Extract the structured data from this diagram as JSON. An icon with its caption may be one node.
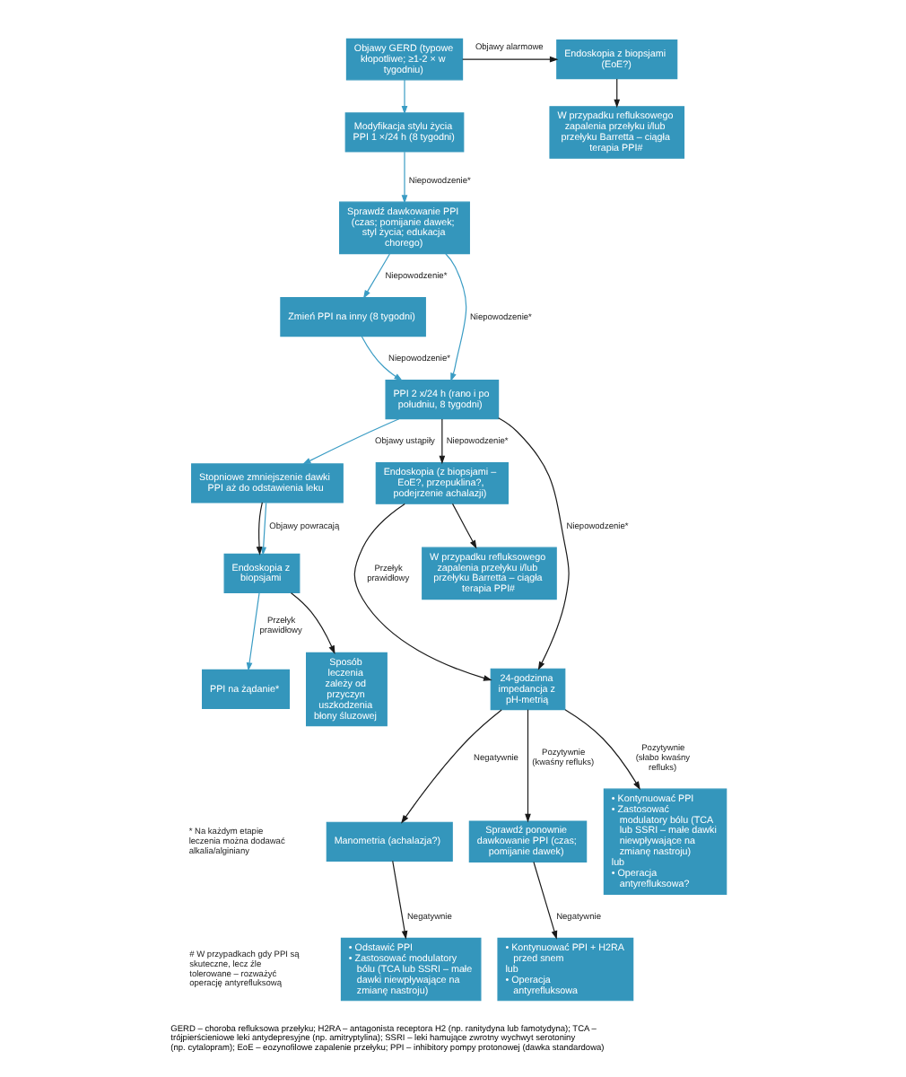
{
  "diagram": {
    "caption": "GERD – choroba refluksowa przełyku; H2RA – antagonista receptora H2 (np. ranitydyna lub famotydyna); TCA – trójpierścieniowe leki antydepresyjne (np. amitryptylina); SSRI – leki hamujące zwrotny wychwyt serotoniny (np. cytalopram); EoE – eozynofilowe zapalenie przełyku; PPI – inhibitory pompy protonowej (dawka standardowa)",
    "nodes": [
      {
        "text": [
          "Objawy GERD (typowe kłopotliwe; ≥1-2 × w tygodniu)"
        ]
      },
      {
        "text": [
          "Endoskopia z biopsjami (EoE?)"
        ]
      },
      {
        "text": [
          "Modyfikacja stylu życia PPI 1 ×/24 h (8 tygodni)"
        ]
      },
      {
        "text": [
          "W przypadku refluksowego zapalenia przełyku i/lub przełyku Barretta – ciągła terapia PPI#"
        ]
      },
      {
        "text": [
          "Sprawdź dawkowanie PPI (czas; pomijanie dawek; styl życia; edukacja chorego)"
        ]
      },
      {
        "text": [
          "Zmień PPI na inny (8 tygodni)"
        ]
      },
      {
        "text": [
          "PPI 2 x/24 h (rano i po południu, 8 tygodni)"
        ]
      },
      {
        "text": [
          "Stopniowe zmniejszenie dawki PPI aż do odstawienia leku"
        ]
      },
      {
        "text": [
          "Endoskopia (z biopsjami – EoE?, przepuklina?, podejrzenie achalazji)"
        ]
      },
      {
        "text": [
          "Endoskopia z biopsjami"
        ]
      },
      {
        "text": [
          "W przypadku refluksowego zapalenia przełyku i/lub przełyku Barretta – ciągła terapia PPI#"
        ]
      },
      {
        "text": [
          "PPI na żądanie*"
        ]
      },
      {
        "text": [
          "Sposób leczenia zależy od przyczyn uszkodzenia błony śluzowej"
        ]
      },
      {
        "text": [
          "24-godzinna impedancja z pH-metrią"
        ]
      },
      {
        "text": [
          "Manometria (achalazja?)"
        ]
      },
      {
        "text": [
          "Sprawdź ponownie dawkowanie PPI (czas; pomijanie dawek)"
        ]
      },
      {
        "text": [
          "• Kontynuować PPI",
          "• Zastosować modulatory bólu (TCA lub SSRI – małe dawki niewpływające na zmianę nastroju)",
          "lub",
          "• Operacja antyrefluksowa?"
        ]
      },
      {
        "text": [
          "• Odstawić PPI",
          "• Zastosować modulatory bólu (TCA lub SSRI – małe dawki niewpływające na zmianę nastroju)"
        ]
      },
      {
        "text": [
          "• Kontynuować PPI + H2RA przed snem",
          "lub",
          "• Operacja antyrefluksowa"
        ]
      }
    ],
    "edges": [
      {
        "from": 0,
        "to": 1,
        "arrow": "to",
        "label": "Objawy alarmowe"
      },
      {
        "from": 1,
        "to": 3,
        "arrow": "to"
      },
      {
        "from": 0,
        "to": 2,
        "arrow": "to",
        "color": "#3a9cc4"
      },
      {
        "from": 2,
        "to": 4,
        "arrow": "to",
        "label": "Niepowodzenie*",
        "color": "#3a9cc4"
      },
      {
        "from": 4,
        "to": 5,
        "arrow": "to",
        "label": "Niepowodzenie*",
        "color": "#3a9cc4"
      },
      {
        "from": 4,
        "to": 6,
        "arrow": "to",
        "label": "Niepowodzenie*",
        "color": "#3a9cc4"
      },
      {
        "from": 5,
        "to": 6,
        "arrow": "to",
        "label": "Niepowodzenie*",
        "color": "#3a9cc4"
      },
      {
        "from": 6,
        "to": 7,
        "arrow": "to",
        "label": "Objawy ustąpiły",
        "color": "#3a9cc4"
      },
      {
        "from": 6,
        "to": 8,
        "arrow": "to",
        "label": "Niepowodzenie*"
      },
      {
        "from": 6,
        "to": 13,
        "arrow": "to",
        "label": "Niepowodzenie*"
      },
      {
        "from": 7,
        "to": 9,
        "arrow": "to",
        "label": "Objawy powracają",
        "color": "#3a9cc4"
      },
      {
        "from": 7,
        "to": 9,
        "arrow": "to"
      },
      {
        "from": 8,
        "to": 10,
        "arrow": "to"
      },
      {
        "from": 8,
        "to": 13,
        "arrow": "to",
        "label": "Przełyk prawidłowy"
      },
      {
        "from": 9,
        "to": 11,
        "arrow": "to",
        "label": "Przełyk prawidłowy",
        "color": "#3a9cc4"
      },
      {
        "from": 9,
        "to": 12,
        "arrow": "to"
      },
      {
        "from": 13,
        "to": 14,
        "arrow": "to",
        "label": "Negatywnie"
      },
      {
        "from": 13,
        "to": 15,
        "arrow": "to",
        "label": "Pozytywnie (kwaśny refluks)"
      },
      {
        "from": 13,
        "to": 16,
        "arrow": "to",
        "label": "Pozytywnie (słabo kwaśny refluks)"
      },
      {
        "from": 14,
        "to": 17,
        "arrow": "to",
        "label": "Negatywnie"
      },
      {
        "from": 15,
        "to": 18,
        "arrow": "to",
        "label": "Negatywnie"
      }
    ],
    "labels": [
      "* Na każdym etapie leczenia można dodawać alkalia/alginiany",
      "# W przypadkach gdy PPI są skuteczne, lecz źle tolerowane – rozważyć operację antyrefluksową"
    ]
  }
}
